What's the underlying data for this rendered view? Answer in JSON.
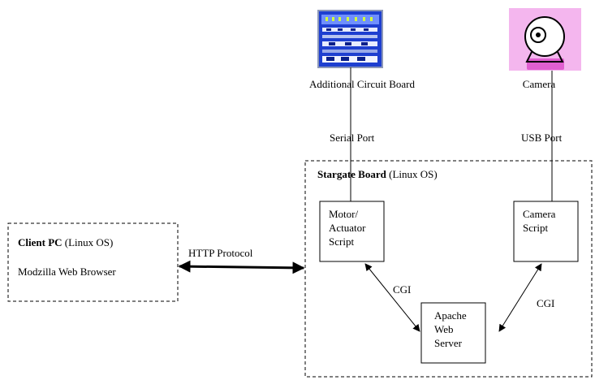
{
  "circuit_board": {
    "label": "Additional Circuit Board",
    "icon": "circuit-board-icon",
    "link_label": "Serial Port"
  },
  "camera": {
    "label": "Camera",
    "icon": "webcam-icon",
    "link_label": "USB Port"
  },
  "stargate": {
    "title_bold": "Stargate Board",
    "title_rest": " (Linux OS)"
  },
  "client": {
    "title_bold": "Client PC",
    "title_rest": " (Linux OS)",
    "browser": "Modzilla Web Browser"
  },
  "http_label": "HTTP Protocol",
  "motor_script": {
    "lines": [
      "Motor/",
      "Actuator",
      "Script"
    ]
  },
  "camera_script": {
    "lines": [
      "Camera",
      "Script"
    ]
  },
  "apache": {
    "lines": [
      "Apache",
      "Web",
      "Server"
    ]
  },
  "cgi_left": "CGI",
  "cgi_right": "CGI",
  "colors": {
    "circuit_board_blue": "#1e3fd0",
    "circuit_board_frame": "#c9d1e3",
    "camera_pink": "#e05fd0",
    "camera_bg": "#f4b6ee"
  }
}
